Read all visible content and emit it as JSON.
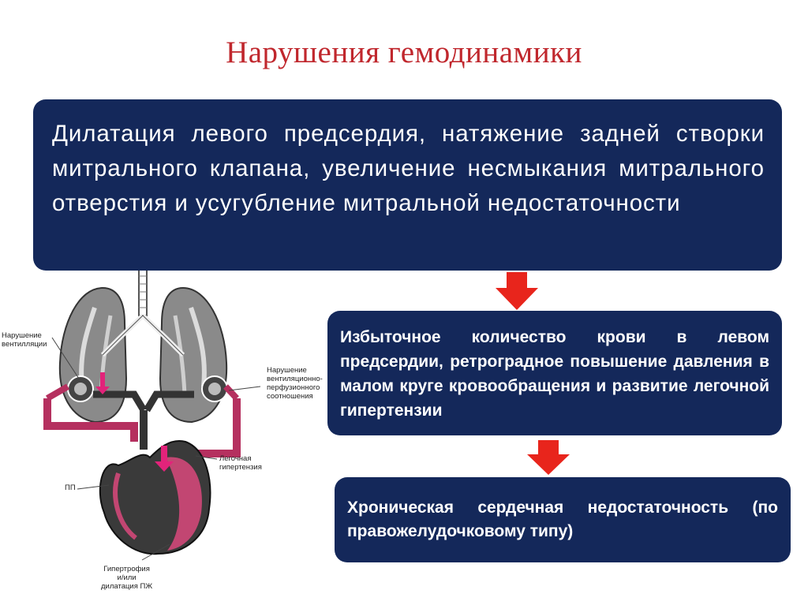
{
  "slide": {
    "title": "Нарушения гемодинамики"
  },
  "boxes": {
    "top": "Дилатация левого предсердия, натяжение задней створки митрального клапана, увеличение несмыкания митрального отверстия и усугубление митральной недостаточности",
    "middle": "Избыточное количество крови в левом предсердии, ретроградное повышение давления в малом круге кровообращения и развитие легочной гипертензии",
    "bottom": "Хроническая сердечная недостаточность (по правожелудочковому типу)"
  },
  "diagram": {
    "labels": {
      "ventilation": [
        "Нарушение",
        "вентилляции"
      ],
      "perfusion": [
        "Нарушение",
        "вентиляционно-",
        "перфузионного",
        "соотношения"
      ],
      "hypertension": [
        "Легочная",
        "гипертензия"
      ],
      "ra": "ПП",
      "rv": [
        "Гипертрофия",
        "и/или",
        "дилатация ПЖ"
      ]
    }
  },
  "colors": {
    "title": "#c0272d",
    "box": "#14285a",
    "arrow": "#e8251c",
    "vessel": "#b5305f"
  },
  "icons": [
    "down-arrow-icon",
    "down-arrow-icon",
    "down-arrow-icon"
  ]
}
